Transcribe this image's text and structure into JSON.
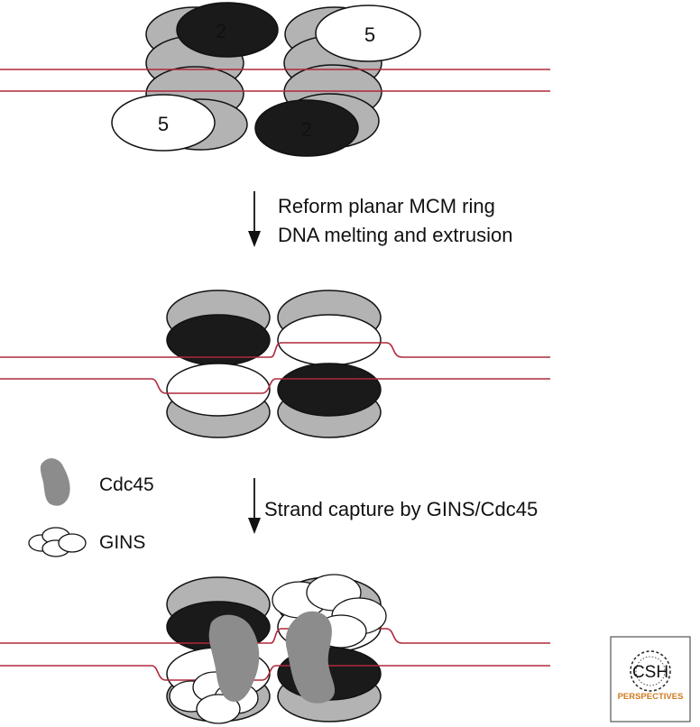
{
  "steps": {
    "step1_line1": "Reform planar MCM ring",
    "step1_line2": "DNA melting and extrusion",
    "step2_line1": "Strand capture by GINS/Cdc45"
  },
  "legend": {
    "cdc45": "Cdc45",
    "gins": "GINS"
  },
  "subunit_labels": {
    "top_left_upper": "2",
    "top_right_upper": "5",
    "top_left_lower": "5",
    "top_right_lower": "2"
  },
  "logo": {
    "line1": "CSH",
    "line2": "PERSPECTIVES"
  },
  "colors": {
    "dna": "#b0283a",
    "gray": "#b3b3b3",
    "black": "#1a1a1a",
    "white": "#ffffff",
    "cdc45": "#8c8c8c",
    "logo_orange": "#d07a1e"
  }
}
